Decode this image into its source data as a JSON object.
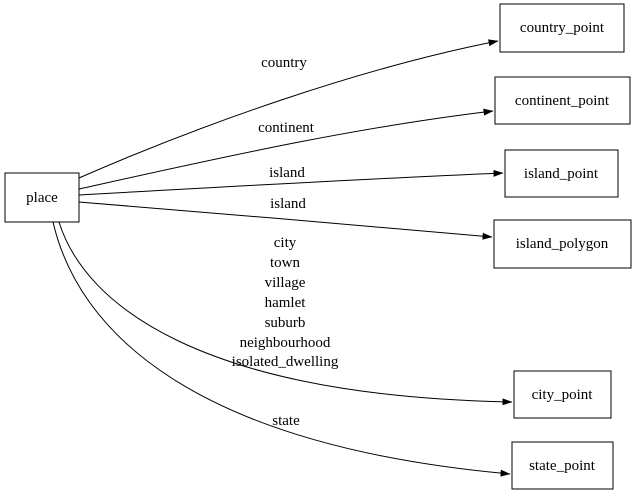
{
  "diagram": {
    "type": "directed-graph",
    "background_color": "#ffffff",
    "stroke_color": "#000000",
    "text_color": "#000000",
    "nodes": {
      "place": {
        "label": "place"
      },
      "country_point": {
        "label": "country_point"
      },
      "continent_point": {
        "label": "continent_point"
      },
      "island_point": {
        "label": "island_point"
      },
      "island_polygon": {
        "label": "island_polygon"
      },
      "city_point": {
        "label": "city_point"
      },
      "state_point": {
        "label": "state_point"
      }
    },
    "edges": [
      {
        "from": "place",
        "to": "country_point",
        "label": "country"
      },
      {
        "from": "place",
        "to": "continent_point",
        "label": "continent"
      },
      {
        "from": "place",
        "to": "island_point",
        "label": "island"
      },
      {
        "from": "place",
        "to": "island_polygon",
        "label": "island"
      },
      {
        "from": "place",
        "to": "city_point",
        "labels": [
          "city",
          "town",
          "village",
          "hamlet",
          "suburb",
          "neighbourhood",
          "isolated_dwelling"
        ]
      },
      {
        "from": "place",
        "to": "state_point",
        "label": "state"
      }
    ]
  }
}
